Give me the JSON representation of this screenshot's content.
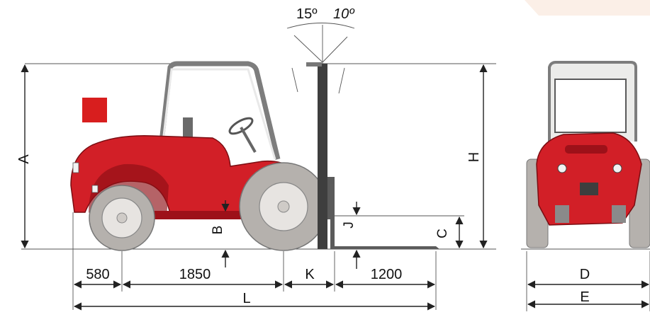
{
  "tilt": {
    "back_angle": "15º",
    "fwd_angle": "10º"
  },
  "dimensions": {
    "A": "A",
    "H": "H",
    "B": "B",
    "C": "C",
    "J": "J",
    "front_overhang": "580",
    "wheelbase": "1850",
    "K": "K",
    "fork_length": "1200",
    "L": "L",
    "D": "D",
    "E": "E"
  },
  "colors": {
    "body_red": "#d21f27",
    "dark_red": "#8d0f16",
    "tyre_grey": "#b5b1ad",
    "hub_light": "#e7e4e1",
    "frame_grey": "#8a8a8a",
    "badge_red": "#d81e1e",
    "mast_dark": "#4a4a4a"
  },
  "icons": {
    "badge": "red-square-badge-icon"
  }
}
